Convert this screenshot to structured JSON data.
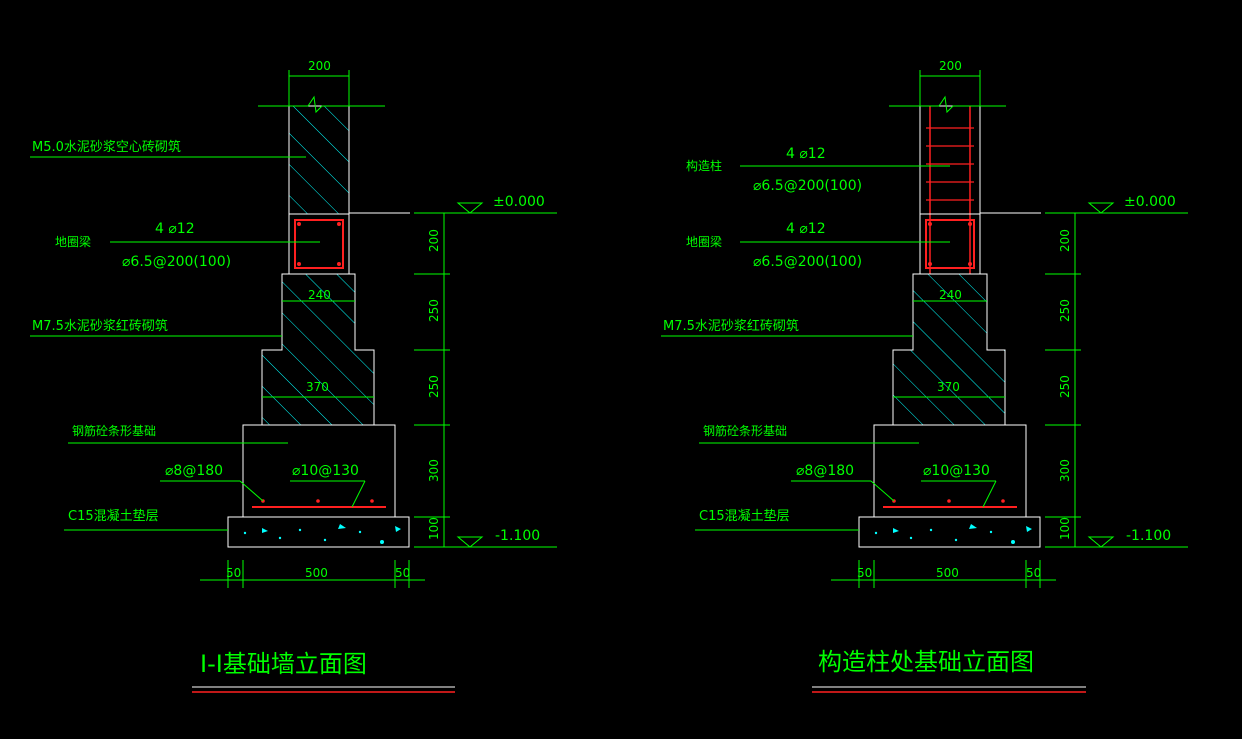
{
  "colors": {
    "background": "#000000",
    "outline": "#ffffff",
    "hatch": "#00ffff",
    "dimension": "#00ff00",
    "rebar": "#ff2020",
    "text": "#00ff00"
  },
  "left": {
    "title": "I-I基础墙立面图",
    "dim_top": "200",
    "wall_label": "M5.0水泥砂浆空心砖砌筑",
    "beam_label": "地圈梁",
    "beam_main_rebar": "4 ⌀12",
    "beam_stirrup": "⌀6.5@200(100)",
    "elev_top": "±0.000",
    "elev_bottom": "-1.100",
    "brick_label": "M7.5水泥砂浆红砖砌筑",
    "width_240": "240",
    "width_370": "370",
    "footing_label": "钢筋砼条形基础",
    "rebar_a": "⌀8@180",
    "rebar_b": "⌀10@130",
    "cushion_label": "C15混凝土垫层",
    "vdim": [
      "200",
      "250",
      "250",
      "300",
      "100"
    ],
    "bottom_dims": [
      "50",
      "500",
      "50"
    ]
  },
  "right": {
    "title": "构造柱处基础立面图",
    "dim_top": "200",
    "column_label": "构造柱",
    "column_main_rebar": "4 ⌀12",
    "column_stirrup": "⌀6.5@200(100)",
    "beam_label": "地圈梁",
    "beam_main_rebar": "4 ⌀12",
    "beam_stirrup": "⌀6.5@200(100)",
    "elev_top": "±0.000",
    "elev_bottom": "-1.100",
    "brick_label": "M7.5水泥砂浆红砖砌筑",
    "width_240": "240",
    "width_370": "370",
    "footing_label": "钢筋砼条形基础",
    "rebar_a": "⌀8@180",
    "rebar_b": "⌀10@130",
    "cushion_label": "C15混凝土垫层",
    "vdim": [
      "200",
      "250",
      "250",
      "300",
      "100"
    ],
    "bottom_dims": [
      "50",
      "500",
      "50"
    ]
  }
}
